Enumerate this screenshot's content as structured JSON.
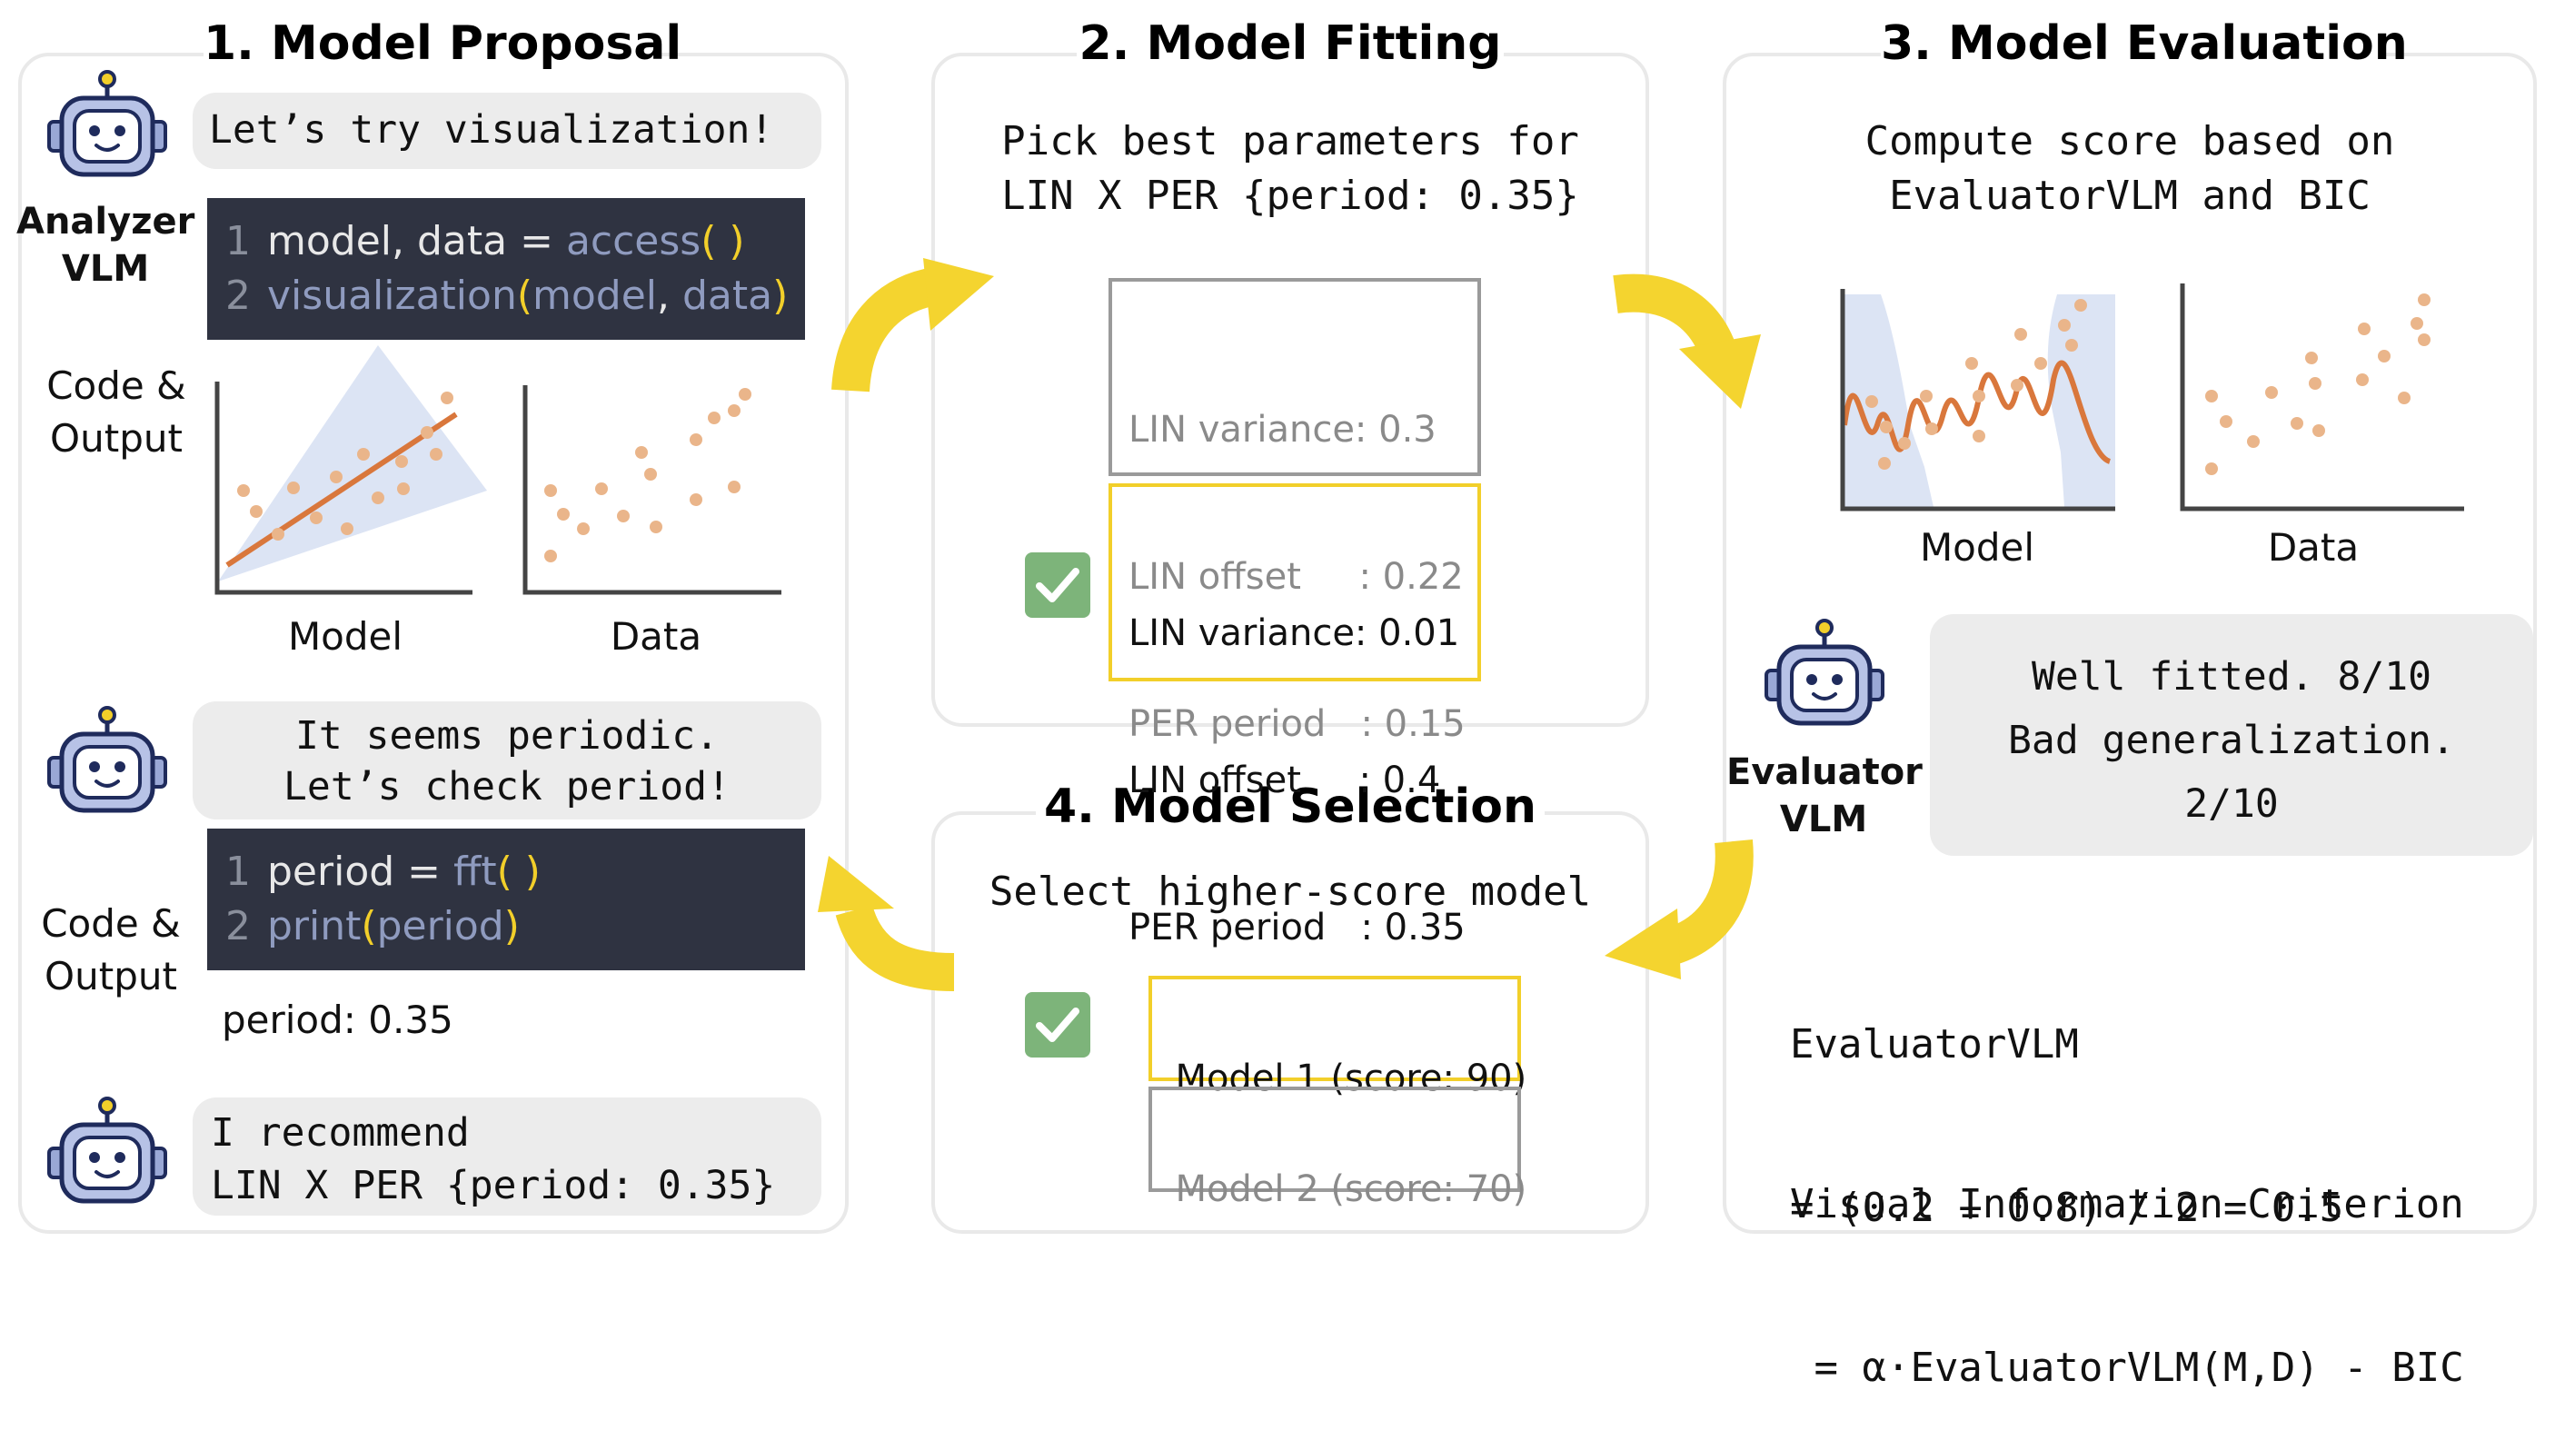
{
  "step1": {
    "title": "1. Model Proposal",
    "analyzer_label_1": "Analyzer",
    "analyzer_label_2": "VLM",
    "bubble1": "Let’s try visualization!",
    "code1": {
      "line1_num": "1",
      "line1_a": "model, data = ",
      "line1_fn": "access",
      "line1_paren": "( )",
      "line2_num": "2",
      "line2_fn": "visualization",
      "line2_open": "(",
      "line2_args_a": "model",
      "line2_sep": ", ",
      "line2_args_b": "data",
      "line2_close": ")"
    },
    "code_output_label_1": "Code &",
    "code_output_label_2": "Output",
    "plot_model_label": "Model",
    "plot_data_label": "Data",
    "bubble2_line1": "It seems periodic.",
    "bubble2_line2": "Let’s check period!",
    "code2": {
      "line1_num": "1",
      "line1_a": "period = ",
      "line1_fn": "fft",
      "line1_paren": "( )",
      "line2_num": "2",
      "line2_fn": "print",
      "line2_open": "(",
      "line2_arg": "period",
      "line2_close": ")"
    },
    "code_output_label2_1": "Code &",
    "code_output_label2_2": "Output",
    "output_text": "period: 0.35",
    "bubble3_line1": "I recommend",
    "bubble3_line2": "LIN X PER {period: 0.35}"
  },
  "step2": {
    "title": "2. Model Fitting",
    "desc_line1": "Pick best parameters for",
    "desc_line2": "LIN X PER {period: 0.35}",
    "candidate1": [
      "LIN variance: 0.3",
      "LIN offset     : 0.22",
      "PER period   : 0.15"
    ],
    "candidate2": [
      "LIN variance: 0.01",
      "LIN offset     : 0.4",
      "PER period   : 0.35"
    ]
  },
  "step3": {
    "title": "3. Model Evaluation",
    "desc_line1": "Compute score based on",
    "desc_line2": "EvaluatorVLM and BIC",
    "plot_model_label": "Model",
    "plot_data_label": "Data",
    "evaluator_label_1": "Evaluator",
    "evaluator_label_2": "VLM",
    "bubble_line1": "Well fitted. 8/10",
    "bubble_line2": "Bad generalization.",
    "bubble_line3": "2/10",
    "formula1_line1": "EvaluatorVLM",
    "formula1_line2": "= (0.2 + 0.8) / 2 = 0.5",
    "formula2_line1": "Visual Information Criterion",
    "formula2_line2": " = α·EvaluatorVLM(M,D) - BIC"
  },
  "step4": {
    "title": "4. Model Selection",
    "desc": "Select higher-score model",
    "model1": "Model 1 (score: 90)",
    "model2": "Model 2 (score: 70)"
  },
  "colors": {
    "panel_border": "#e9e9e9",
    "bubble_bg": "#ececec",
    "code_bg": "#2f3341",
    "highlight_yellow": "#f2cf2a",
    "arrow_yellow": "#f4d42f",
    "check_green": "#7db47a",
    "dot_orange": "#eab58a",
    "line_orange": "#d9773c",
    "shade_blue": "#dce4f4",
    "robot_navy": "#1f2b5c",
    "gray_text": "#8a8a8a"
  },
  "icons": [
    "robot-icon",
    "checkmark-icon",
    "curved-arrow-icon"
  ]
}
